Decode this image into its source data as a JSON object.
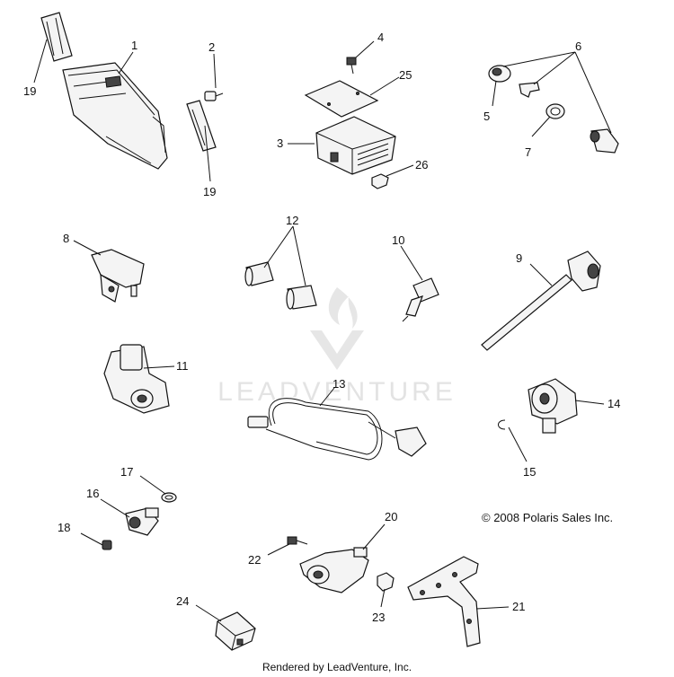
{
  "labels": {
    "p1": "1",
    "p2": "2",
    "p3": "3",
    "p4": "4",
    "p5": "5",
    "p6": "6",
    "p7": "7",
    "p8": "8",
    "p9": "9",
    "p10": "10",
    "p11": "11",
    "p12": "12",
    "p13": "13",
    "p14": "14",
    "p15": "15",
    "p16": "16",
    "p17": "17",
    "p18": "18",
    "p19a": "19",
    "p19b": "19",
    "p20": "20",
    "p21": "21",
    "p22": "22",
    "p23": "23",
    "p24": "24",
    "p25": "25",
    "p26": "26"
  },
  "copyright": "© 2008 Polaris Sales Inc.",
  "watermark": "LEADVENTURE",
  "footer": "Rendered by LeadVenture, Inc."
}
